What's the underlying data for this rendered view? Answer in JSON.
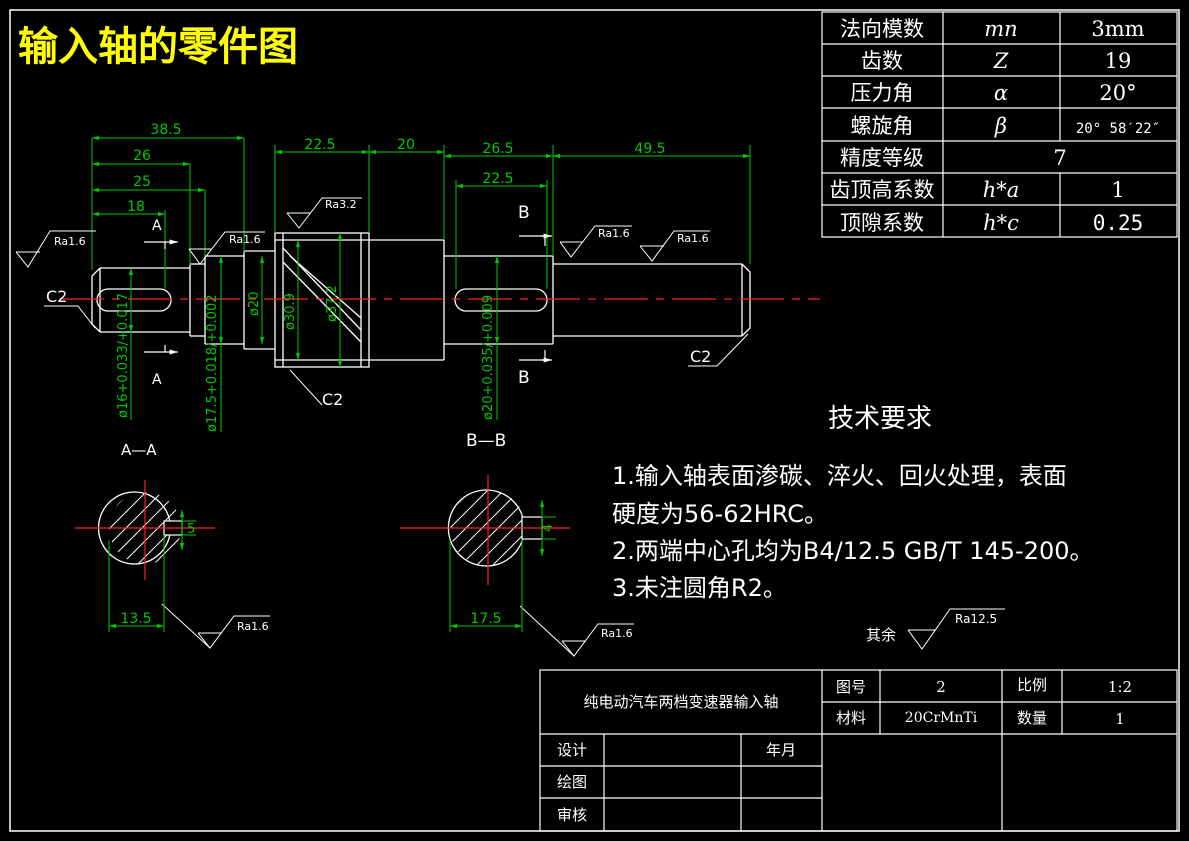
{
  "drawing_title": "输入轴的零件图",
  "gear_table": {
    "rows": [
      {
        "name": "法向模数",
        "symbol": "mn",
        "value": "3mm"
      },
      {
        "name": "齿数",
        "symbol": "Z",
        "value": "19"
      },
      {
        "name": "压力角",
        "symbol": "α",
        "value": "20°"
      },
      {
        "name": "螺旋角",
        "symbol": "β",
        "value": "20° 58′22″"
      },
      {
        "name": "精度等级",
        "symbol": "",
        "value": "7"
      },
      {
        "name": "齿顶高系数",
        "symbol": "h*a",
        "value": "1"
      },
      {
        "name": "顶隙系数",
        "symbol": "h*c",
        "value": "0.25"
      }
    ]
  },
  "dimensions": {
    "d38_5": "38.5",
    "d26": "26",
    "d25": "25",
    "d18": "18",
    "d22_5a": "22.5",
    "d20": "20",
    "d26_5": "26.5",
    "d49_5": "49.5",
    "d22_5b": "22.5",
    "phi20": "ø20",
    "phi30_9": "ø30.9",
    "phi37_2": "ø37.2",
    "phi16": "ø16+0.033/+0.017",
    "phi17_5": "ø17.5+0.018/+0.002",
    "phi20b": "ø20+0.035/+0.009",
    "c2_left": "C2",
    "c2_mid": "C2",
    "c2_right": "C2",
    "key_aa": "5",
    "key_bb": "4",
    "dim13_5": "13.5",
    "dim17_5": "17.5"
  },
  "roughness": {
    "ra16": "Ra1.6",
    "ra32": "Ra3.2",
    "ra125": "Ra12.5",
    "rest_label": "其余"
  },
  "section_marks": {
    "a": "A",
    "b": "B",
    "aa": "A—A",
    "bb": "B—B"
  },
  "tech_req": {
    "title": "技术要求",
    "line1": "1.输入轴表面渗碳、淬火、回火处理，表面",
    "line2": "硬度为56-62HRC。",
    "line3": "2.两端中心孔均为B4/12.5 GB/T 145-200。",
    "line4": "3.未注圆角R2。"
  },
  "title_block": {
    "part_name": "纯电动汽车两档变速器输入轴",
    "drawing_no_label": "图号",
    "drawing_no": "2",
    "scale_label": "比例",
    "scale": "1:2",
    "material_label": "材料",
    "material": "20CrMnTi",
    "qty_label": "数量",
    "qty": "1",
    "design_label": "设计",
    "date_label": "年月",
    "draw_label": "绘图",
    "review_label": "审核"
  },
  "colors": {
    "background": "#000000",
    "outline": "#ffffff",
    "dimension": "#00c800",
    "center": "#ff2020",
    "title": "#ffff00",
    "hatch": "#ffffff"
  }
}
